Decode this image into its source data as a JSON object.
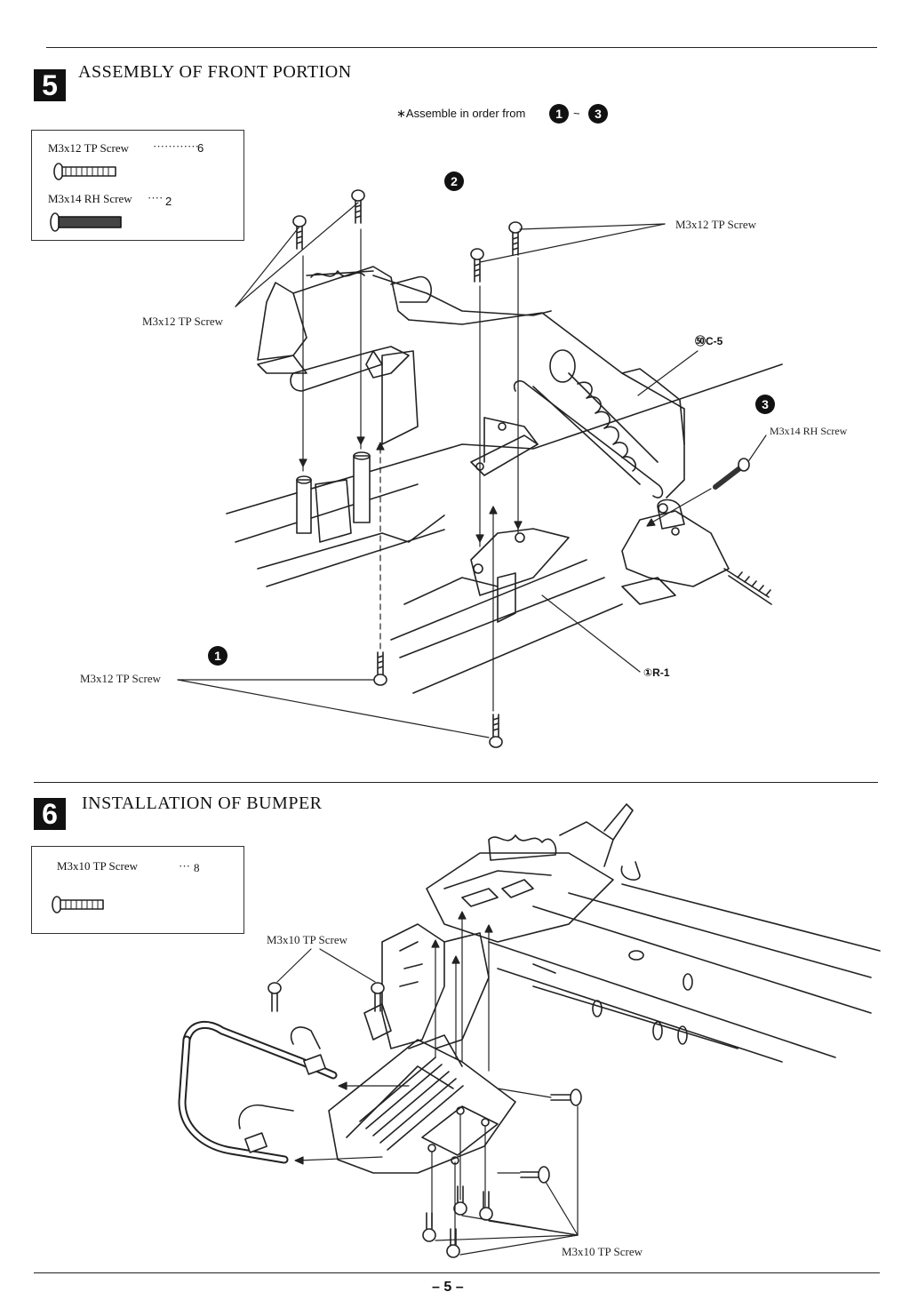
{
  "section5": {
    "number": "5",
    "title": "ASSEMBLY OF FRONT PORTION",
    "note_prefix": "∗Assemble in order from",
    "note_start": "1",
    "note_sep": "~",
    "note_end": "3",
    "parts": [
      {
        "name": "M3x12 TP Screw",
        "dots": "············",
        "qty": "6"
      },
      {
        "name": "M3x14 RH Screw",
        "dots": "····",
        "qty": "2"
      }
    ],
    "steps": [
      "1",
      "2",
      "3"
    ],
    "callouts": {
      "tp_screw_top_right": "M3x12 TP Screw",
      "tp_screw_left": "M3x12 TP Screw",
      "tp_screw_bottom": "M3x12 TP Screw",
      "rh_screw": "M3x14 RH Screw",
      "part_c5": "㊿C-5",
      "part_r1": "①R-1"
    }
  },
  "section6": {
    "number": "6",
    "title": "INSTALLATION OF BUMPER",
    "parts": [
      {
        "name": "M3x10 TP Screw",
        "dots": "···",
        "qty": "8"
      }
    ],
    "callouts": {
      "tp_screw_top": "M3x10 TP Screw",
      "tp_screw_bottom": "M3x10 TP Screw"
    }
  },
  "footer": {
    "page_number": "– 5 –"
  }
}
